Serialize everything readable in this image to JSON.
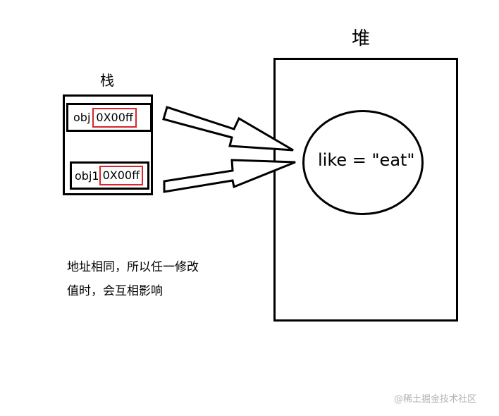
{
  "heap_title": "堆",
  "stack_title": "栈",
  "stack": [
    {
      "name": "obj",
      "address": "0X00ff"
    },
    {
      "name": "obj1",
      "address": "0X00ff"
    }
  ],
  "heap_object_text": "like = \"eat\"",
  "note_text": "地址相同，所以任一修改值时，会互相影响",
  "watermark": "@稀土掘金技术社区",
  "colors": {
    "address_border": "#d9252c",
    "stroke": "#000000"
  }
}
